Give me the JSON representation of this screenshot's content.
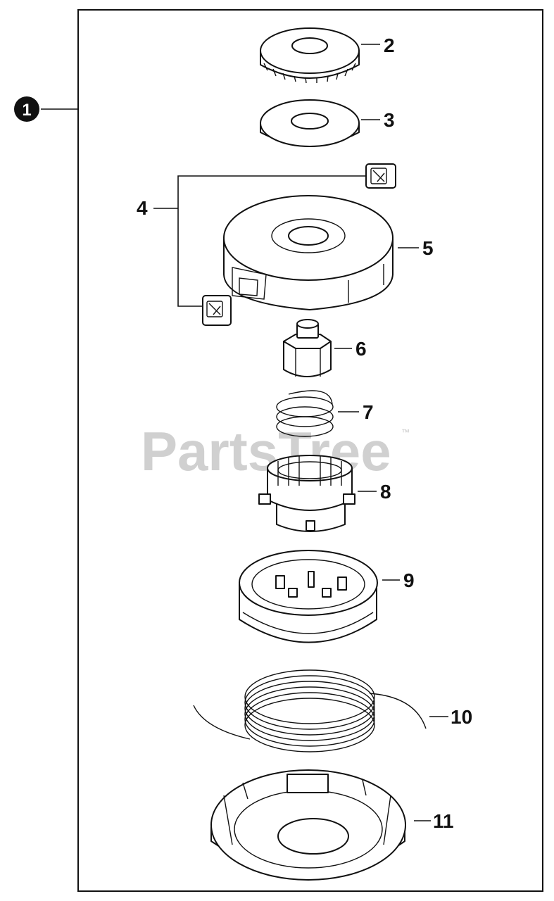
{
  "assembly": {
    "number": "1"
  },
  "watermark": {
    "text": "PartsTree",
    "trademark": "™"
  },
  "callouts": [
    {
      "id": "p2",
      "label": "2"
    },
    {
      "id": "p3",
      "label": "3"
    },
    {
      "id": "p4",
      "label": "4"
    },
    {
      "id": "p5",
      "label": "5"
    },
    {
      "id": "p6",
      "label": "6"
    },
    {
      "id": "p7",
      "label": "7"
    },
    {
      "id": "p8",
      "label": "8"
    },
    {
      "id": "p9",
      "label": "9"
    },
    {
      "id": "p10",
      "label": "10"
    },
    {
      "id": "p11",
      "label": "11"
    }
  ]
}
